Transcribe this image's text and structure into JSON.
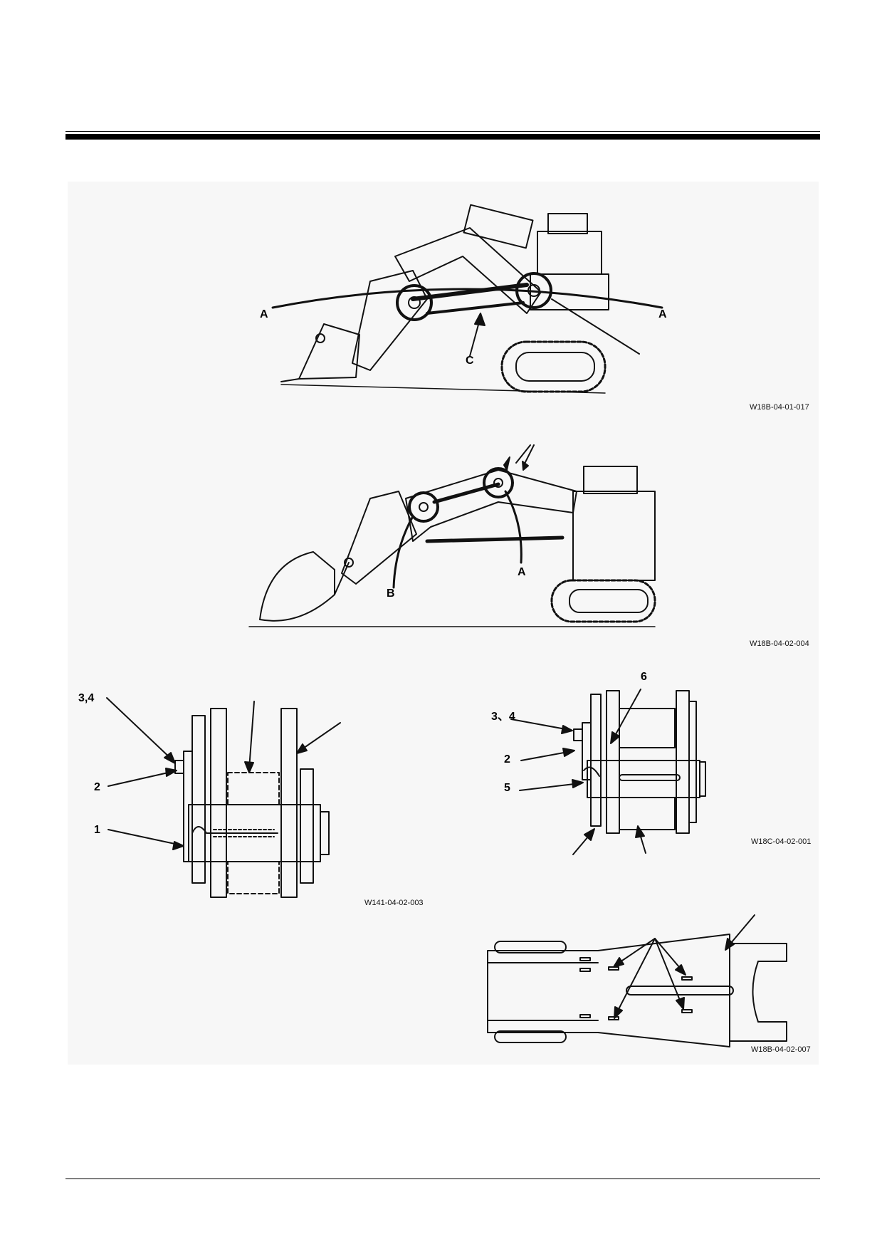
{
  "figures": {
    "fig1": {
      "caption": "W18B-04-01-017",
      "labels": {
        "a_left": "A",
        "a_right": "A",
        "c": "C"
      }
    },
    "fig2": {
      "caption": "W18B-04-02-004",
      "labels": {
        "a": "A",
        "b": "B"
      }
    },
    "fig3": {
      "caption": "W141-04-02-003",
      "labels": {
        "l34": "3,4",
        "l2": "2",
        "l1": "1"
      }
    },
    "fig4": {
      "caption": "W18C-04-02-001",
      "labels": {
        "l6": "6",
        "l34": "3、4",
        "l2": "2",
        "l5": "5"
      }
    },
    "fig5": {
      "caption": "W18B-04-02-007"
    }
  }
}
